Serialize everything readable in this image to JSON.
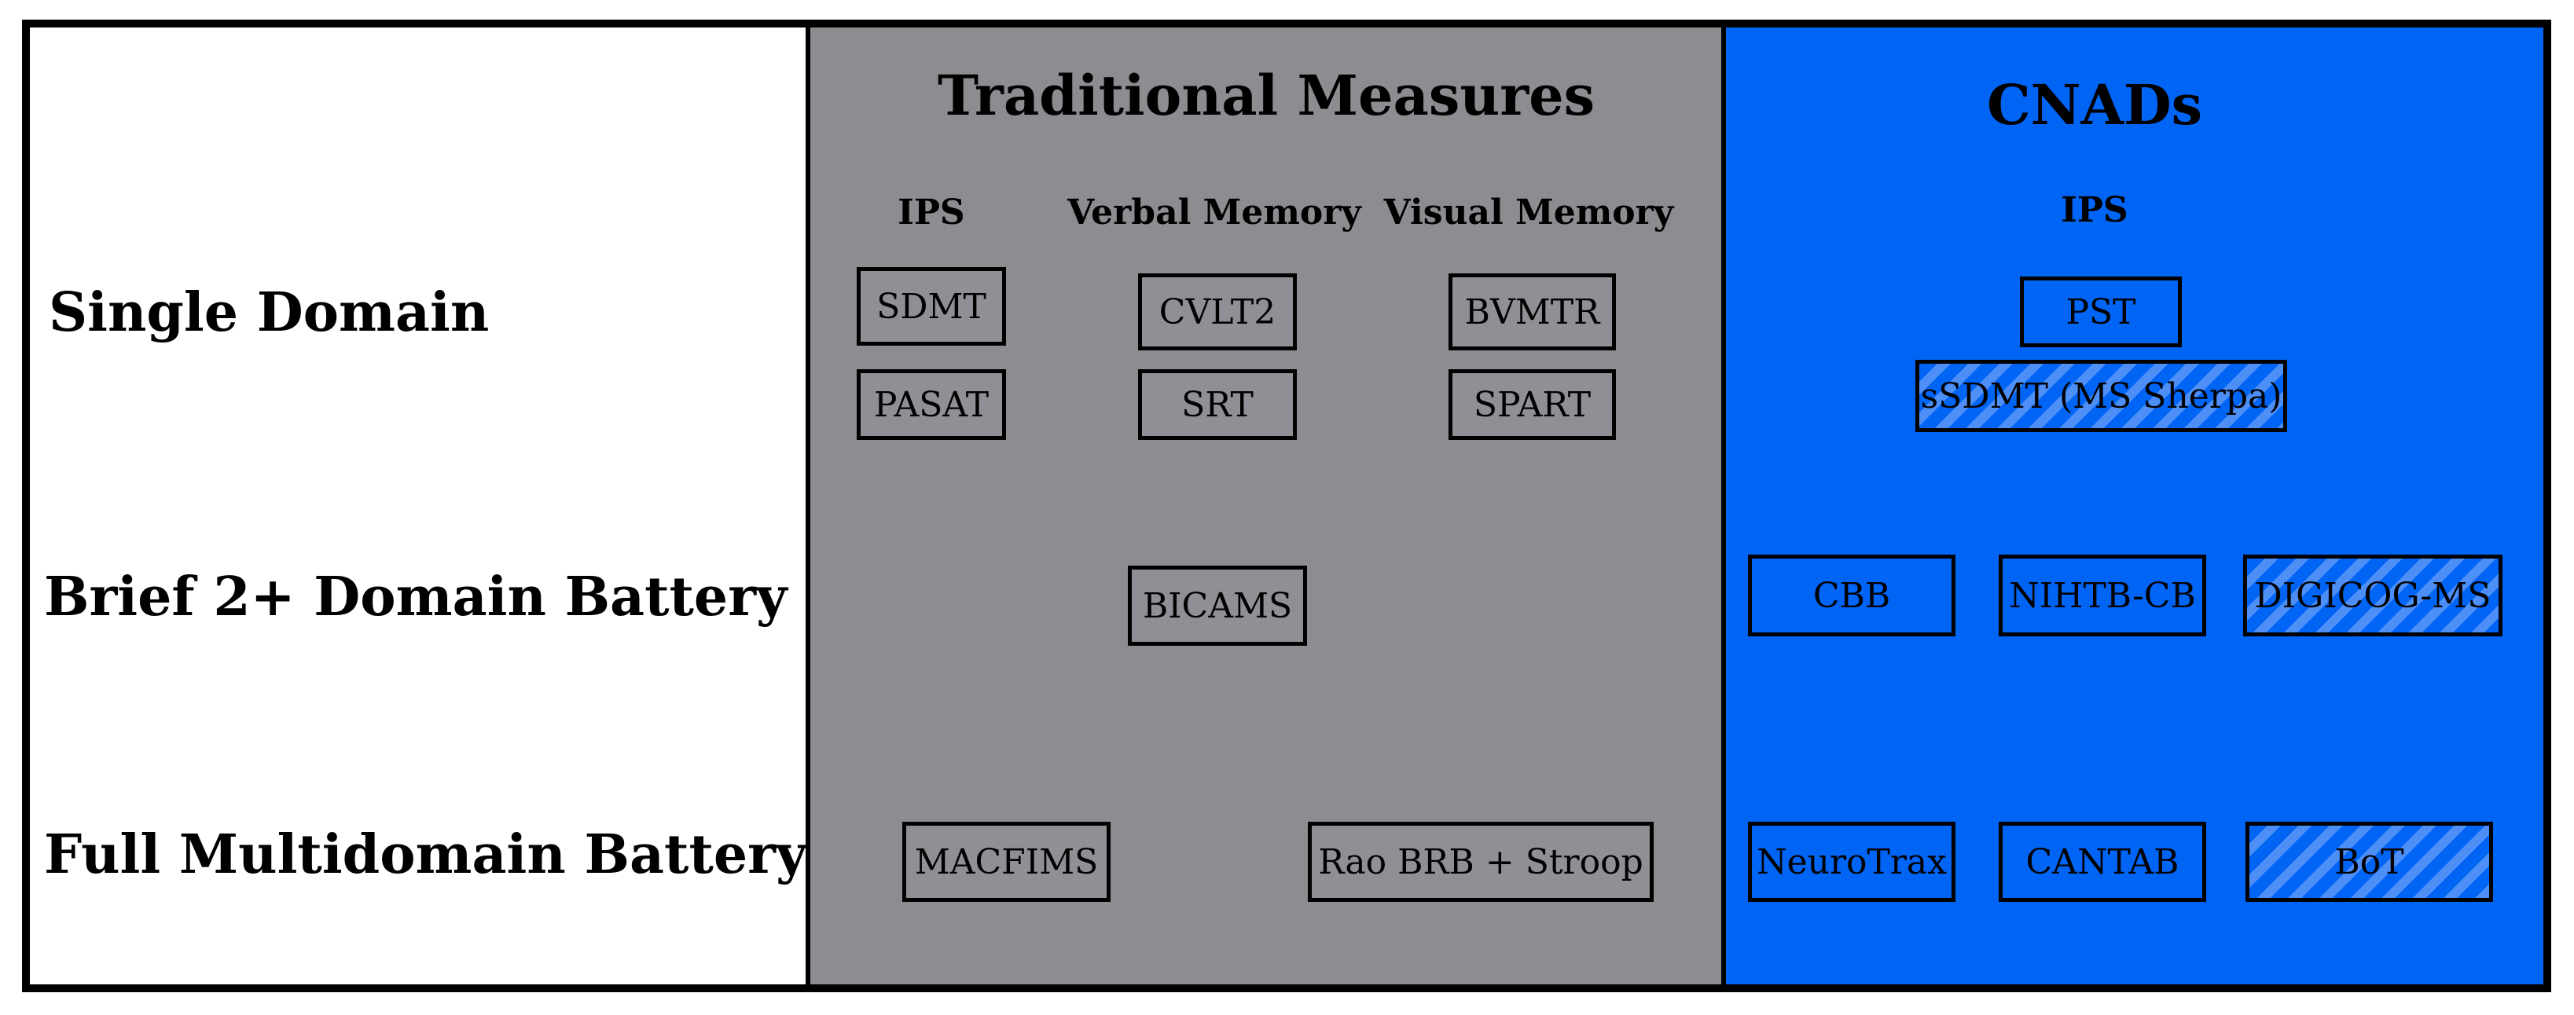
{
  "rows": {
    "single": "Single Domain",
    "brief": "Brief 2+ Domain Battery",
    "full": "Full Multidomain Battery"
  },
  "traditional": {
    "title": "Traditional Measures",
    "headers": {
      "ips": "IPS",
      "verbal": "Verbal Memory",
      "visual": "Visual Memory"
    },
    "single": {
      "ips": [
        "SDMT",
        "PASAT"
      ],
      "verbal": [
        "CVLT2",
        "SRT"
      ],
      "visual": [
        "BVMTR",
        "SPART"
      ]
    },
    "brief": [
      "BICAMS"
    ],
    "full": [
      "MACFIMS",
      "Rao BRB + Stroop"
    ]
  },
  "cnads": {
    "title": "CNADs",
    "headers": {
      "ips": "IPS"
    },
    "single": [
      "PST",
      "sSDMT (MS Sherpa)"
    ],
    "brief": [
      "CBB",
      "NIHTB-CB",
      "DIGICOG-MS"
    ],
    "full": [
      "NeuroTrax",
      "CANTAB",
      "BoT"
    ]
  },
  "colors": {
    "traditional_panel": "#8c8c91",
    "cnads_panel": "#0064f5",
    "hatch_stripe": "#4d8ff7"
  }
}
